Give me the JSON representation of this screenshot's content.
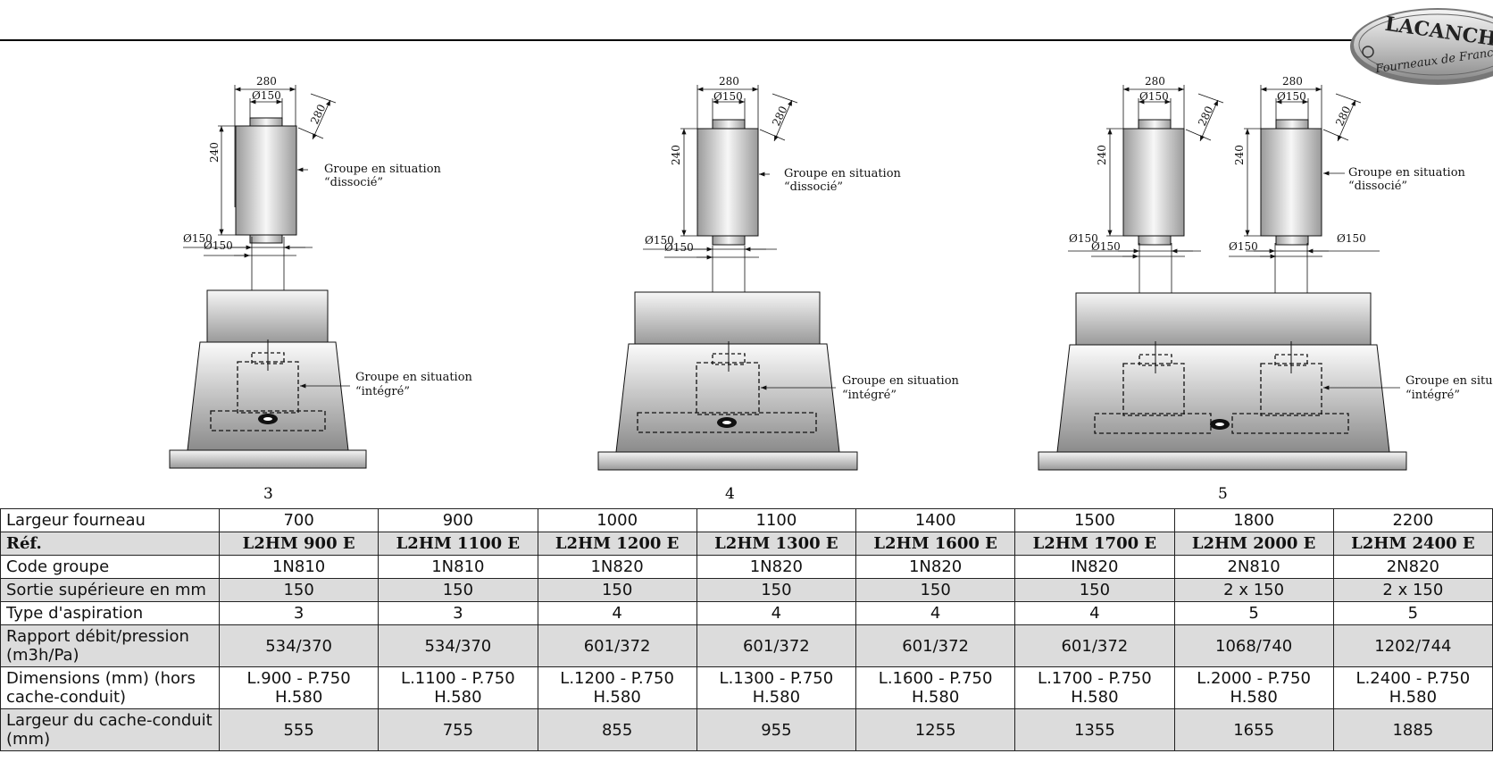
{
  "logo": {
    "brand": "LACANCHE",
    "tagline": "Fourneaux de France"
  },
  "dimensions": {
    "width_280": "280",
    "dia_150": "Ø150",
    "height_240": "240"
  },
  "notes": {
    "dissocie_line1": "Groupe en situation",
    "dissocie_line2": "“dissocié”",
    "integre_line1": "Groupe en situation",
    "integre_line2": "“intégré”"
  },
  "figures": [
    {
      "number": "3"
    },
    {
      "number": "4"
    },
    {
      "number": "5"
    }
  ],
  "table": {
    "rows": [
      {
        "label": "Largeur fourneau",
        "values": [
          "700",
          "900",
          "1000",
          "1100",
          "1400",
          "1500",
          "1800",
          "2200"
        ],
        "shade": false,
        "tall": false,
        "bold": false
      },
      {
        "label": "Réf.",
        "values": [
          "L2HM 900 E",
          "L2HM 1100 E",
          "L2HM 1200 E",
          "L2HM 1300 E",
          "L2HM 1600 E",
          "L2HM 1700 E",
          "L2HM 2000 E",
          "L2HM 2400 E"
        ],
        "shade": true,
        "tall": false,
        "bold": true
      },
      {
        "label": "Code groupe",
        "values": [
          "1N810",
          "1N810",
          "1N820",
          "1N820",
          "1N820",
          "IN820",
          "2N810",
          "2N820"
        ],
        "shade": false,
        "tall": false,
        "bold": false
      },
      {
        "label": "Sortie supérieure en mm",
        "values": [
          "150",
          "150",
          "150",
          "150",
          "150",
          "150",
          "2 x 150",
          "2 x 150"
        ],
        "shade": true,
        "tall": false,
        "bold": false
      },
      {
        "label": "Type d'aspiration",
        "values": [
          "3",
          "3",
          "4",
          "4",
          "4",
          "4",
          "5",
          "5"
        ],
        "shade": false,
        "tall": false,
        "bold": false
      },
      {
        "label": "Rapport débit/pression (m3h/Pa)",
        "values": [
          "534/370",
          "534/370",
          "601/372",
          "601/372",
          "601/372",
          "601/372",
          "1068/740",
          "1202/744"
        ],
        "shade": true,
        "tall": true,
        "bold": false
      },
      {
        "label": "Dimensions (mm) (hors cache-conduit)",
        "values": [
          "L.900 - P.750 H.580",
          "L.1100 - P.750 H.580",
          "L.1200 - P.750 H.580",
          "L.1300 - P.750 H.580",
          "L.1600 - P.750 H.580",
          "L.1700 - P.750 H.580",
          "L.2000 - P.750 H.580",
          "L.2400 - P.750 H.580"
        ],
        "shade": false,
        "tall": true,
        "bold": false
      },
      {
        "label": "Largeur du cache-conduit (mm)",
        "values": [
          "555",
          "755",
          "855",
          "955",
          "1255",
          "1355",
          "1655",
          "1885"
        ],
        "shade": true,
        "tall": true,
        "bold": false
      }
    ]
  }
}
